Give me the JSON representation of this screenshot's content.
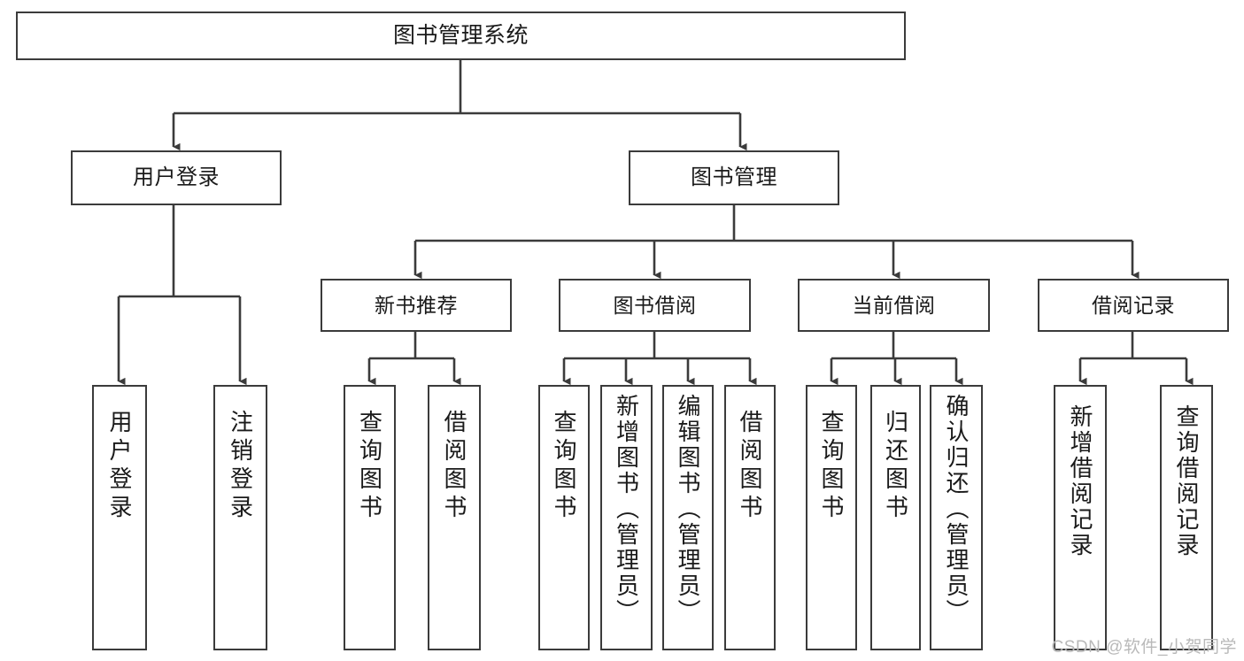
{
  "diagram": {
    "title": "图书管理系统",
    "type": "functional-structure-tree",
    "root": {
      "id": "root",
      "label": "图书管理系统"
    },
    "level2": [
      {
        "id": "user-login",
        "label": "用户登录"
      },
      {
        "id": "book-manage",
        "label": "图书管理"
      }
    ],
    "level3": [
      {
        "id": "new-book-rec",
        "label": "新书推荐",
        "parent": "book-manage"
      },
      {
        "id": "book-borrow",
        "label": "图书借阅",
        "parent": "book-manage"
      },
      {
        "id": "current-borrow",
        "label": "当前借阅",
        "parent": "book-manage"
      },
      {
        "id": "borrow-record",
        "label": "借阅记录",
        "parent": "book-manage"
      }
    ],
    "leaves": [
      {
        "id": "leaf-user-login",
        "label": "用户登录",
        "parent": "user-login"
      },
      {
        "id": "leaf-logout",
        "label": "注销登录",
        "parent": "user-login"
      },
      {
        "id": "leaf-query-book-1",
        "label": "查询图书",
        "parent": "new-book-rec"
      },
      {
        "id": "leaf-borrow-book-1",
        "label": "借阅图书",
        "parent": "new-book-rec"
      },
      {
        "id": "leaf-query-book-2",
        "label": "查询图书",
        "parent": "book-borrow"
      },
      {
        "id": "leaf-add-book",
        "label": "新增图书（管理员）",
        "parent": "book-borrow"
      },
      {
        "id": "leaf-edit-book",
        "label": "编辑图书（管理员）",
        "parent": "book-borrow"
      },
      {
        "id": "leaf-borrow-book-2",
        "label": "借阅图书",
        "parent": "book-borrow"
      },
      {
        "id": "leaf-query-book-3",
        "label": "查询图书",
        "parent": "current-borrow"
      },
      {
        "id": "leaf-return-book",
        "label": "归还图书",
        "parent": "current-borrow"
      },
      {
        "id": "leaf-confirm-return",
        "label": "确认归还（管理员）",
        "parent": "current-borrow"
      },
      {
        "id": "leaf-add-record",
        "label": "新增借阅记录",
        "parent": "borrow-record"
      },
      {
        "id": "leaf-query-record",
        "label": "查询借阅记录",
        "parent": "borrow-record"
      }
    ],
    "watermark": "CSDN @软件_小贺同学",
    "colors": {
      "stroke": "#3b3b3b",
      "background": "#ffffff",
      "text": "#1a1a1a",
      "watermark": "#b9b9b9"
    }
  }
}
